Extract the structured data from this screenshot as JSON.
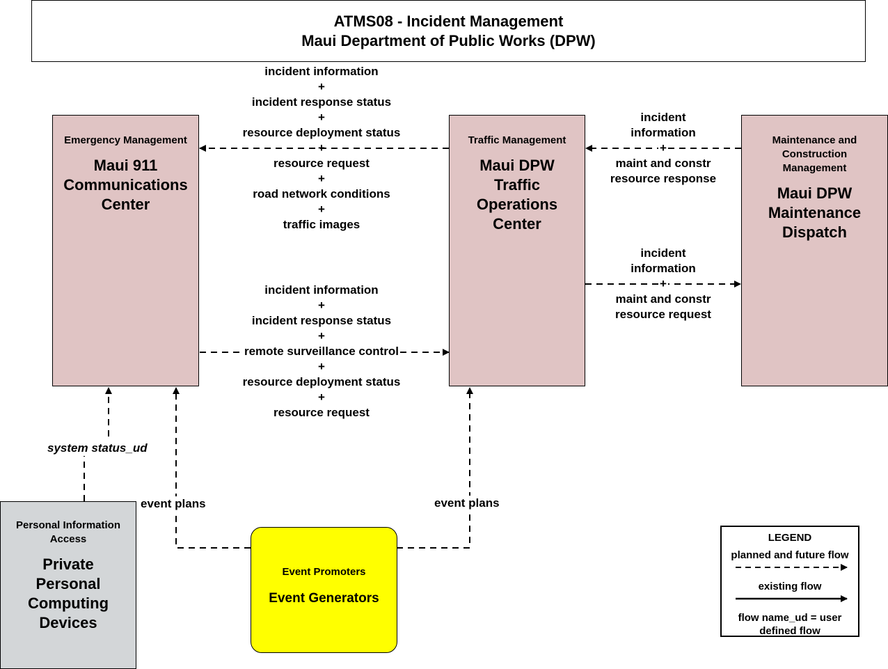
{
  "title": {
    "line1": "ATMS08 - Incident Management",
    "line2": "Maui Department of Public Works (DPW)"
  },
  "nodes": {
    "emergency": {
      "category": "Emergency Management",
      "name_lines": [
        "Maui 911",
        "Communications",
        "Center"
      ]
    },
    "traffic": {
      "category": "Traffic Management",
      "name_lines": [
        "Maui DPW",
        "Traffic",
        "Operations",
        "Center"
      ]
    },
    "maintenance": {
      "category_lines": [
        "Maintenance and",
        "Construction",
        "Management"
      ],
      "name_lines": [
        "Maui DPW",
        "Maintenance",
        "Dispatch"
      ]
    },
    "personal": {
      "category_lines": [
        "Personal Information",
        "Access"
      ],
      "name_lines": [
        "Private",
        "Personal",
        "Computing",
        "Devices"
      ]
    },
    "event": {
      "category": "Event Promoters",
      "name": "Event Generators"
    }
  },
  "flows": {
    "toc_to_911": [
      "incident information",
      "+",
      "incident response status",
      "+",
      "resource deployment status",
      "+",
      "resource request",
      "+",
      "road network conditions",
      "+",
      "traffic images"
    ],
    "ec911_to_toc": [
      "incident information",
      "+",
      "incident response status",
      "+",
      "remote surveillance control",
      "+",
      "resource deployment status",
      "+",
      "resource request"
    ],
    "maint_to_toc": [
      "incident",
      "information",
      "+",
      "maint and constr",
      "resource response"
    ],
    "toc_to_maint": [
      "incident",
      "information",
      "+",
      "maint and constr",
      "resource request"
    ],
    "system_status": "system status_ud",
    "event_plans_left": "event plans",
    "event_plans_right": "event plans"
  },
  "legend": {
    "title": "LEGEND",
    "planned": "planned and future flow",
    "existing": "existing flow",
    "ud_line1": "flow name_ud = user",
    "ud_line2": "defined flow"
  },
  "colors": {
    "center_fill": "#e0c4c4",
    "personal_fill": "#d3d6d8",
    "event_fill": "#ffff00"
  }
}
